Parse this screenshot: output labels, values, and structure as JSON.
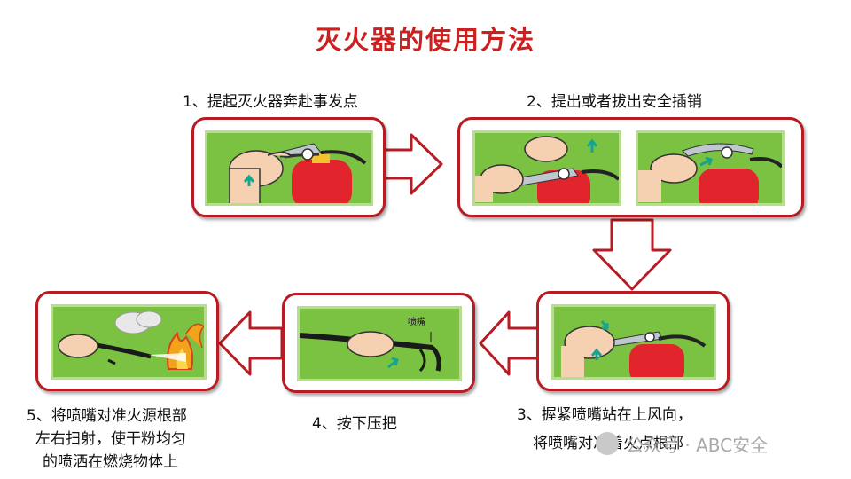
{
  "title": "灭火器的使用方法",
  "steps": [
    {
      "label": "1、提起灭火器奔赴事发点"
    },
    {
      "label": "2、提出或者拔出安全插销"
    },
    {
      "label": "3、握紧喷嘴站在上风向，",
      "label_line2": "将喷嘴对准着火点根部"
    },
    {
      "label": "4、按下压把"
    },
    {
      "label": "5、将喷嘴对准火源根部",
      "label_line2": "左右扫射，使干粉均匀",
      "label_line3": "的喷洒在燃烧物体上"
    }
  ],
  "panel_annotation": "喷嘴",
  "watermark": {
    "text": "公众号 · ABC安全"
  },
  "colors": {
    "title": "#cc1f1f",
    "card_border": "#b71c24",
    "panel_green": "#7bc142",
    "extinguisher_red": "#e2242c",
    "arrow_fill": "#ffffff",
    "arrow_stroke": "#b71c24",
    "action_arrow": "#13a58f"
  }
}
